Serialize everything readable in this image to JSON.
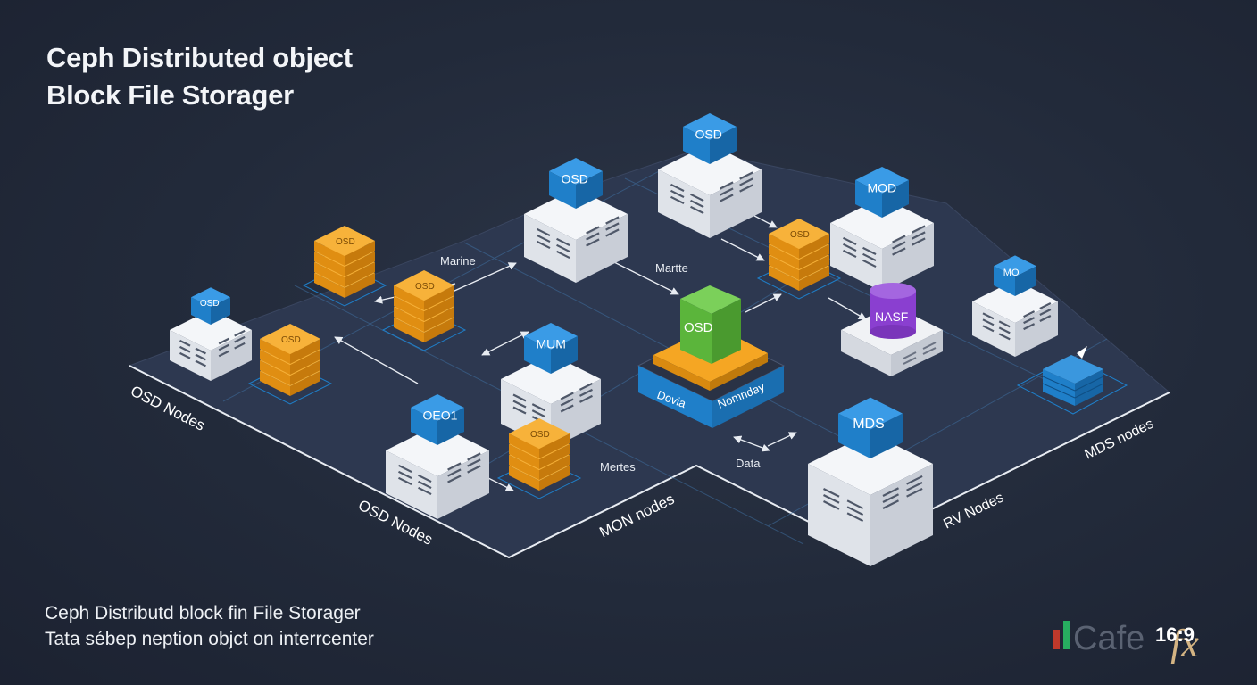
{
  "title": {
    "line1": "Ceph Distributed object",
    "line2": "Block File Storager"
  },
  "caption": {
    "line1": "Ceph Distributd block fin File Storager",
    "line2": "Tata sébep neption objct on interrcenter"
  },
  "platform_labels": {
    "osd_nodes_left": "OSD Nodes",
    "osd_nodes_bottom": "OSD Nodes",
    "mon_nodes": "MON nodes",
    "rw_nodes": "RV Nodes",
    "mds_nodes": "MDS nodes"
  },
  "server_nodes": [
    {
      "label": "OSD"
    },
    {
      "label": "OSD"
    },
    {
      "label": "MOD"
    },
    {
      "label": "OSD"
    },
    {
      "label": "MUM"
    },
    {
      "label": "OEO1"
    },
    {
      "label": "MDS"
    },
    {
      "label": "MO"
    },
    {
      "label": "MDS"
    }
  ],
  "disk_stacks": [
    {
      "label": "OSD"
    },
    {
      "label": "OSD"
    },
    {
      "label": "OSD"
    },
    {
      "label": "OSD"
    },
    {
      "label": "OSD"
    }
  ],
  "central_hub": {
    "top_label": "OSD",
    "front_left_label": "Dovia",
    "front_right_label": "Nomnday"
  },
  "purple_node": {
    "label": "NASF"
  },
  "flow_labels": {
    "marine": "Marine",
    "martte": "Martte",
    "mertes": "Mertes",
    "data": "Data"
  },
  "watermark": {
    "brand": "Cafe",
    "fx": "fx",
    "ratio": "16:9"
  },
  "colors": {
    "background": "#222a3a",
    "platform": "#2d3850",
    "platform_edge": "#e8ecf2",
    "server_white": "#e6e9ee",
    "cube_blue": "#1f7fc9",
    "disk_orange": "#f5a623",
    "hub_green": "#5bb53b",
    "purple": "#8a3fd0"
  }
}
